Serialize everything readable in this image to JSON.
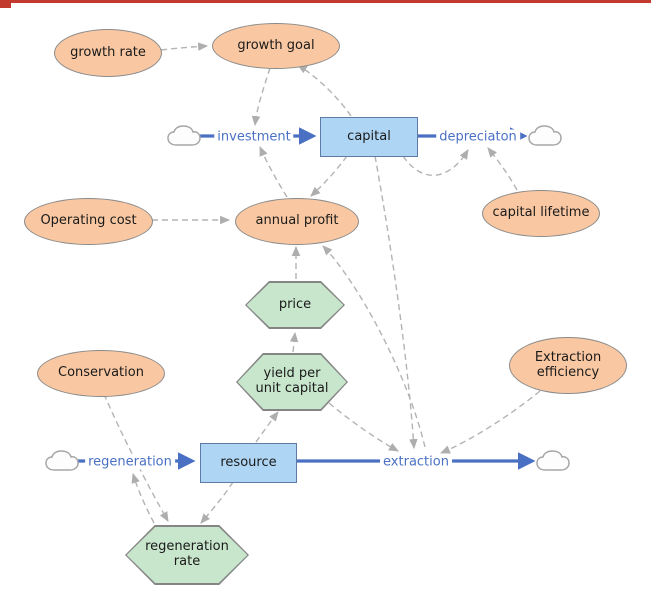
{
  "diagram": {
    "nodes": {
      "growth_rate": {
        "label": "growth rate",
        "type": "auxiliary"
      },
      "growth_goal": {
        "label": "growth goal",
        "type": "auxiliary"
      },
      "capital": {
        "label": "capital",
        "type": "stock"
      },
      "capital_lifetime": {
        "label": "capital lifetime",
        "type": "auxiliary"
      },
      "operating_cost": {
        "label": "Operating cost",
        "type": "auxiliary"
      },
      "annual_profit": {
        "label": "annual profit",
        "type": "auxiliary"
      },
      "price": {
        "label": "price",
        "type": "converter"
      },
      "yield_per_unit_capital": {
        "label": "yield per unit capital",
        "type": "converter"
      },
      "conservation": {
        "label": "Conservation",
        "type": "auxiliary"
      },
      "extraction_efficiency": {
        "label": "Extraction efficiency",
        "type": "auxiliary"
      },
      "resource": {
        "label": "resource",
        "type": "stock"
      },
      "regeneration_rate": {
        "label": "regeneration rate",
        "type": "converter"
      }
    },
    "flows": {
      "investment": {
        "label": "investment",
        "from": "source-cloud",
        "to": "capital"
      },
      "depreciation": {
        "label": "depreciaton",
        "from": "capital",
        "to": "sink-cloud"
      },
      "regeneration": {
        "label": "regeneration",
        "from": "source-cloud",
        "to": "resource"
      },
      "extraction": {
        "label": "extraction",
        "from": "resource",
        "to": "sink-cloud"
      }
    },
    "links": [
      {
        "from": "growth_rate",
        "to": "growth_goal"
      },
      {
        "from": "growth_goal",
        "to": "investment"
      },
      {
        "from": "capital",
        "to": "growth_goal"
      },
      {
        "from": "annual_profit",
        "to": "investment"
      },
      {
        "from": "capital",
        "to": "annual_profit"
      },
      {
        "from": "capital",
        "to": "depreciation"
      },
      {
        "from": "capital_lifetime",
        "to": "depreciation"
      },
      {
        "from": "operating_cost",
        "to": "annual_profit"
      },
      {
        "from": "price",
        "to": "annual_profit"
      },
      {
        "from": "yield_per_unit_capital",
        "to": "price"
      },
      {
        "from": "resource",
        "to": "yield_per_unit_capital"
      },
      {
        "from": "capital",
        "to": "extraction"
      },
      {
        "from": "yield_per_unit_capital",
        "to": "extraction"
      },
      {
        "from": "extraction_efficiency",
        "to": "extraction"
      },
      {
        "from": "extraction",
        "to": "annual_profit"
      },
      {
        "from": "conservation",
        "to": "regeneration_rate"
      },
      {
        "from": "resource",
        "to": "regeneration_rate"
      },
      {
        "from": "regeneration_rate",
        "to": "regeneration"
      }
    ],
    "colors": {
      "stock_fill": "#aed5f3",
      "auxiliary_fill": "#f9c8a2",
      "converter_fill": "#c8e6cc",
      "flow_blue": "#4a70c4",
      "link_gray": "#b3b3b3",
      "top_edge_red": "#c23a2e"
    }
  }
}
